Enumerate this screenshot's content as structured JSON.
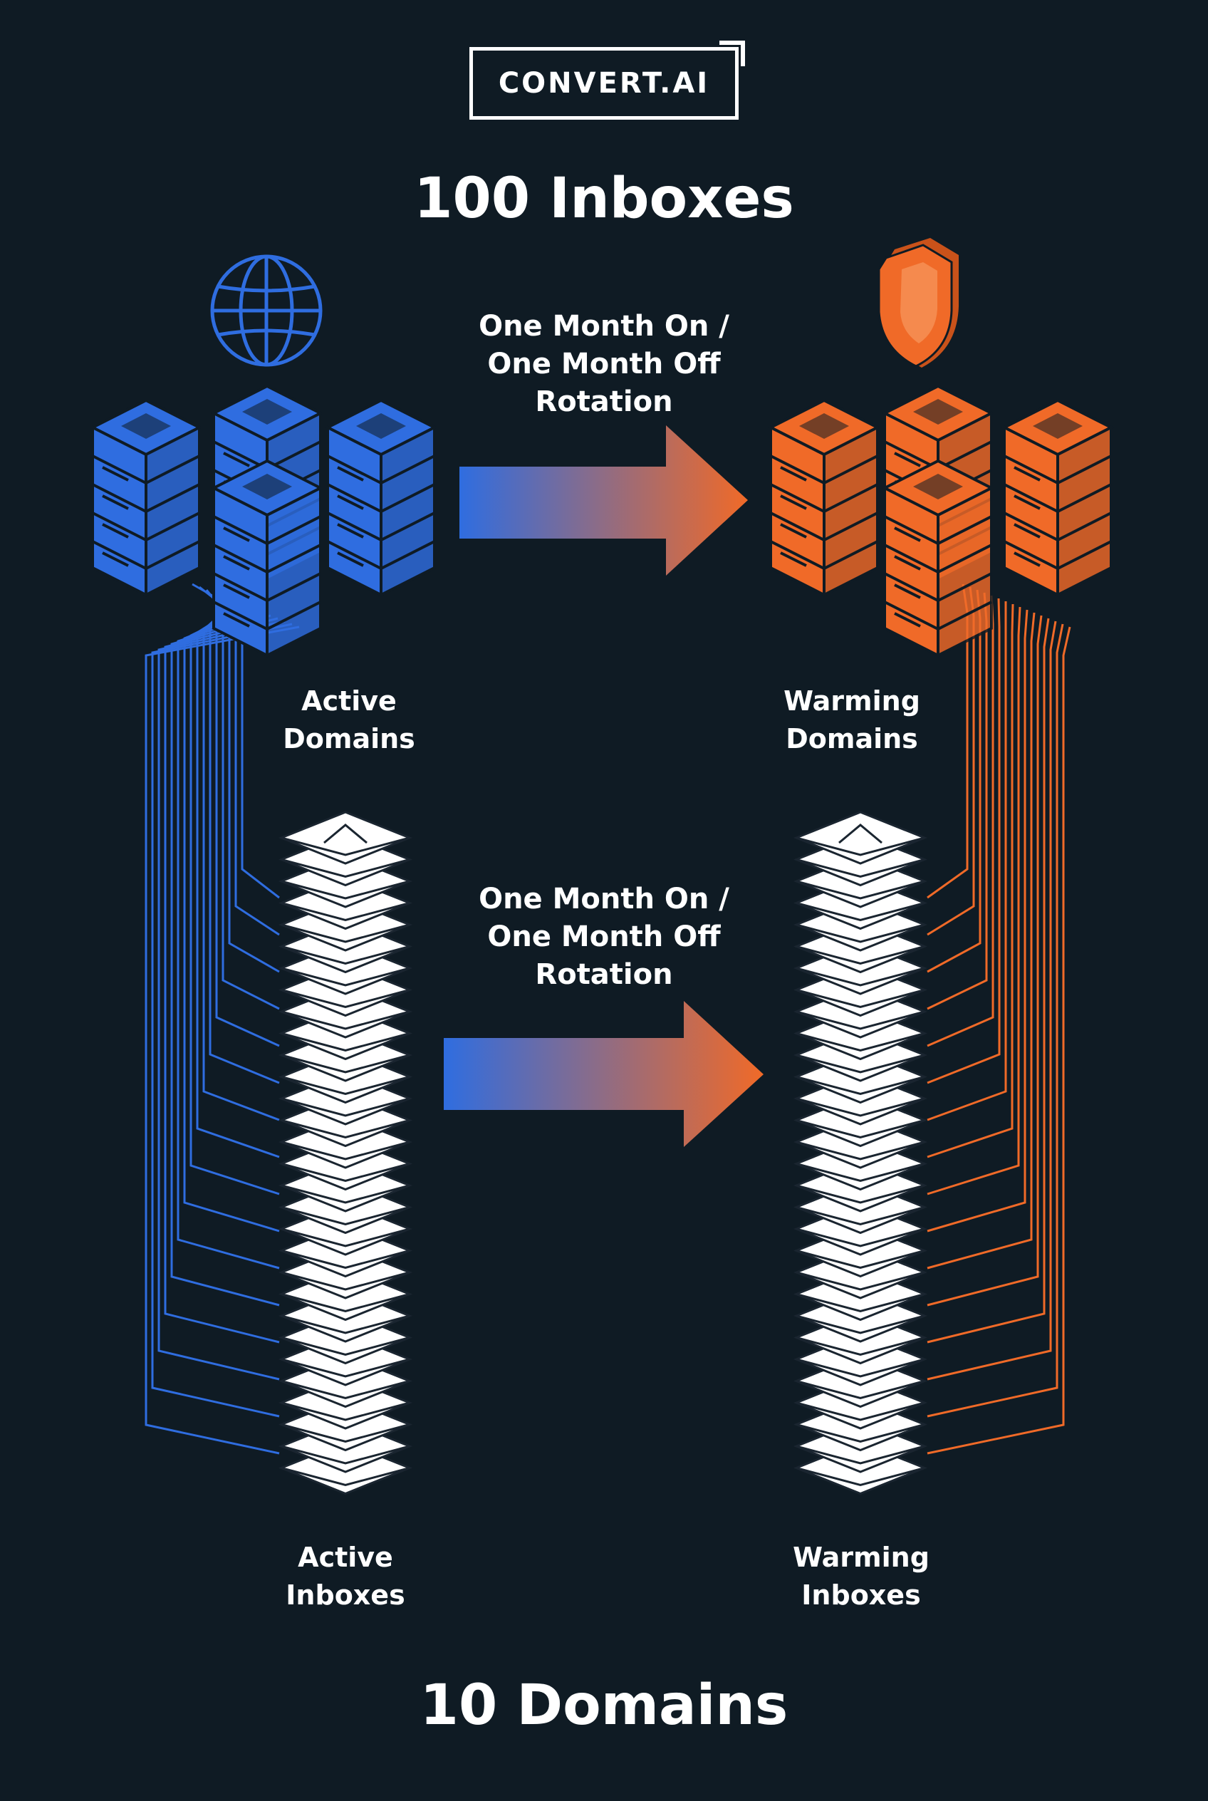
{
  "brand": {
    "name": "CONVERT.AI"
  },
  "title": "100 Inboxes",
  "footer": "10 Domains",
  "rotations": [
    {
      "text": "One Month On /\nOne Month Off\nRotation"
    },
    {
      "text": "One Month On /\nOne Month Off\nRotation"
    }
  ],
  "groups": {
    "active_domains": {
      "label": "Active\nDomains",
      "color": "#2f6de0",
      "icon": "globe-icon"
    },
    "warming_domains": {
      "label": "Warming\nDomains",
      "color": "#f06a28",
      "icon": "shield-icon"
    },
    "active_inboxes": {
      "label": "Active\nInboxes",
      "color": "#ffffff"
    },
    "warming_inboxes": {
      "label": "Warming\nInboxes",
      "color": "#ffffff"
    }
  },
  "colors": {
    "background": "#0f1b24",
    "active": "#2f6de0",
    "warming": "#f06a28",
    "arrow_start": "#2f6de0",
    "arrow_end": "#f06a28"
  }
}
